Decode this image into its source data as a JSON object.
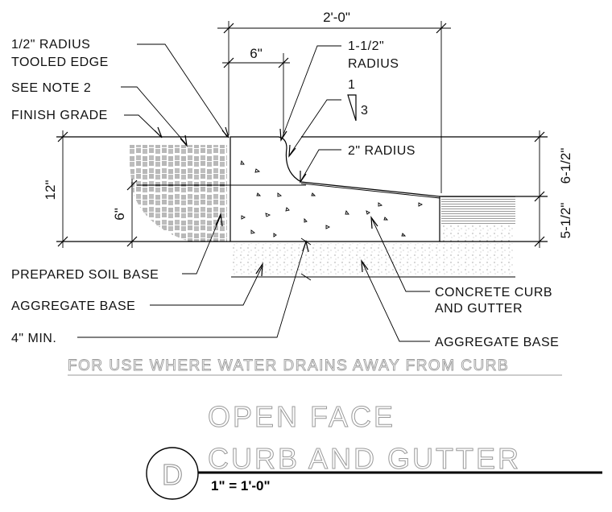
{
  "dimensions": {
    "overall_width": "2'-0\"",
    "top_width": "6\"",
    "total_height": "12\"",
    "soil_height": "6\"",
    "curb_right_upper": "6-1/2\"",
    "curb_right_lower": "5-1/2\""
  },
  "callouts": {
    "radius_half": [
      "1/2\" RADIUS",
      "TOOLED EDGE"
    ],
    "see_note": "SEE NOTE 2",
    "finish_grade": "FINISH GRADE",
    "radius_1_5": [
      "1-1/2\"",
      "RADIUS"
    ],
    "slope_rise": "1",
    "slope_run": "3",
    "radius_2": "2\" RADIUS",
    "prepared_soil": "PREPARED SOIL BASE",
    "aggregate_base_left": "AGGREGATE BASE",
    "min_depth": "4\" MIN.",
    "concrete": [
      "CONCRETE CURB",
      "AND GUTTER"
    ],
    "aggregate_base_right": "AGGREGATE BASE"
  },
  "note": "FOR USE WHERE WATER DRAINS AWAY FROM CURB",
  "title": [
    "OPEN FACE",
    "CURB AND GUTTER"
  ],
  "detail_letter": "D",
  "scale": "1\" = 1'-0\""
}
